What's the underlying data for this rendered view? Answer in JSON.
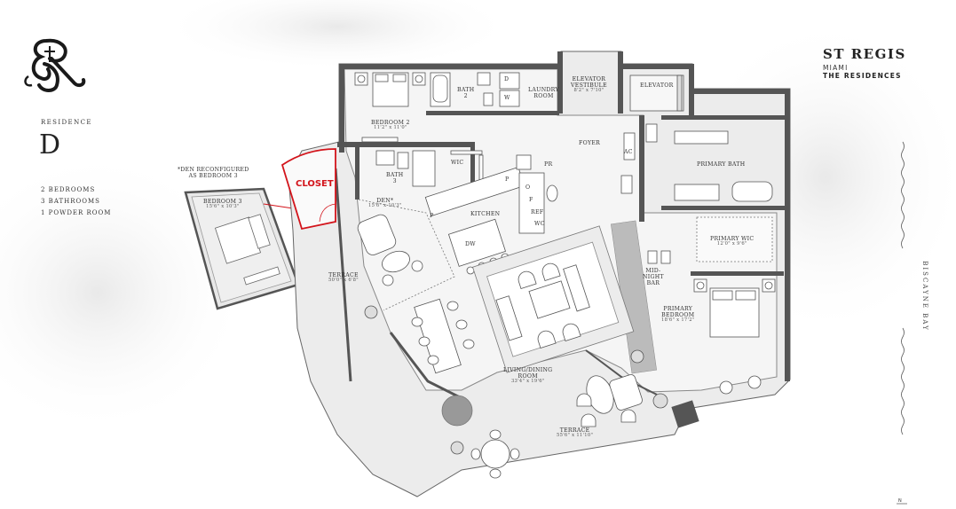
{
  "header": {
    "residence_label": "RESIDENCE",
    "residence_letter": "D",
    "specs": [
      "2 BEDROOMS",
      "3 BATHROOMS",
      "1 POWDER ROOM"
    ]
  },
  "brand": {
    "name": "ST REGIS",
    "city": "MIAMI",
    "subtitle": "THE RESIDENCES"
  },
  "side_label": "BISCAYNE BAY",
  "north_label": "N",
  "highlight": {
    "label": "CLOSET",
    "color": "#d3141b"
  },
  "reconfig_note": {
    "line1": "*DEN RECONFIGURED",
    "line2": "AS BEDROOM 3"
  },
  "rooms": {
    "bedroom3_alt": {
      "name": "BEDROOM 3",
      "dim": "15'6\" x 10'3\""
    },
    "bedroom2": {
      "name": "BEDROOM 2",
      "dim": "11'2\" x 11'0\""
    },
    "bath2": {
      "name": "BATH",
      "num": "2"
    },
    "laundry": {
      "name": "LAUNDRY",
      "name2": "ROOM",
      "d": "D",
      "w": "W"
    },
    "elev_vest": {
      "name": "ELEVATOR",
      "name2": "VESTIBULE",
      "dim": "8'2\" x 7'10\""
    },
    "elevator": {
      "name": "ELEVATOR"
    },
    "foyer": {
      "name": "FOYER"
    },
    "wic": {
      "name": "WIC"
    },
    "bath3": {
      "name": "BATH",
      "num": "3"
    },
    "pr": {
      "name": "PR"
    },
    "ac": {
      "name": "AC"
    },
    "primary_bath": {
      "name": "PRIMARY BATH"
    },
    "den": {
      "name": "DEN*",
      "dim": "15'6\" x 10'3\""
    },
    "kitchen": {
      "name": "KITCHEN",
      "dw": "DW",
      "p1": "P",
      "p2": "P",
      "o": "O",
      "f": "F",
      "ref": "REF",
      "wc": "WC"
    },
    "primary_wic": {
      "name": "PRIMARY WIC",
      "dim": "12'0\" x 9'6\""
    },
    "midnight_bar": {
      "name": "MID-",
      "name2": "NIGHT",
      "name3": "BAR"
    },
    "primary_bedroom": {
      "name": "PRIMARY",
      "name2": "BEDROOM",
      "dim": "18'6\" x 17'2\""
    },
    "terrace_west": {
      "name": "TERRACE",
      "dim": "50'0\" x 6'8\""
    },
    "living": {
      "name": "LIVING/DINING",
      "name2": "ROOM",
      "dim": "33'4\" x 19'6\""
    },
    "terrace_south": {
      "name": "TERRACE",
      "dim": "55'6\" x 11'10\""
    }
  }
}
